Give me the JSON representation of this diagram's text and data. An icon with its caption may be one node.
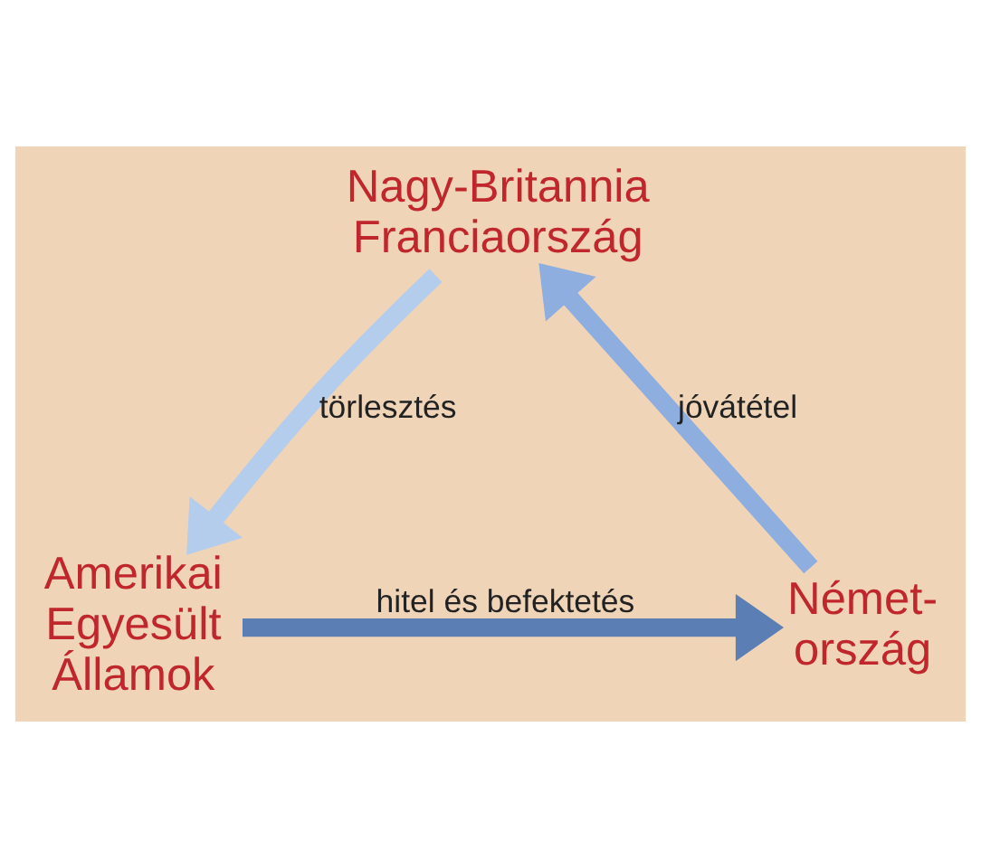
{
  "diagram": {
    "nodes": [
      {
        "text": [
          "Nagy-Britannia Franciaország"
        ]
      },
      {
        "text": [
          "Amerikai Egyesült Államok"
        ]
      },
      {
        "text": [
          "Német- ország"
        ]
      }
    ],
    "edges": [
      {
        "from": 0,
        "to": 1,
        "arrow": "to",
        "label": "törlesztés",
        "color": "#b4cdec"
      },
      {
        "from": 1,
        "to": 2,
        "arrow": "to",
        "label": "hitel és befektetés",
        "color": "#5b7fb5"
      },
      {
        "from": 2,
        "to": 0,
        "arrow": "to",
        "label": "jóvátétel",
        "color": "#8eaee0"
      }
    ]
  }
}
